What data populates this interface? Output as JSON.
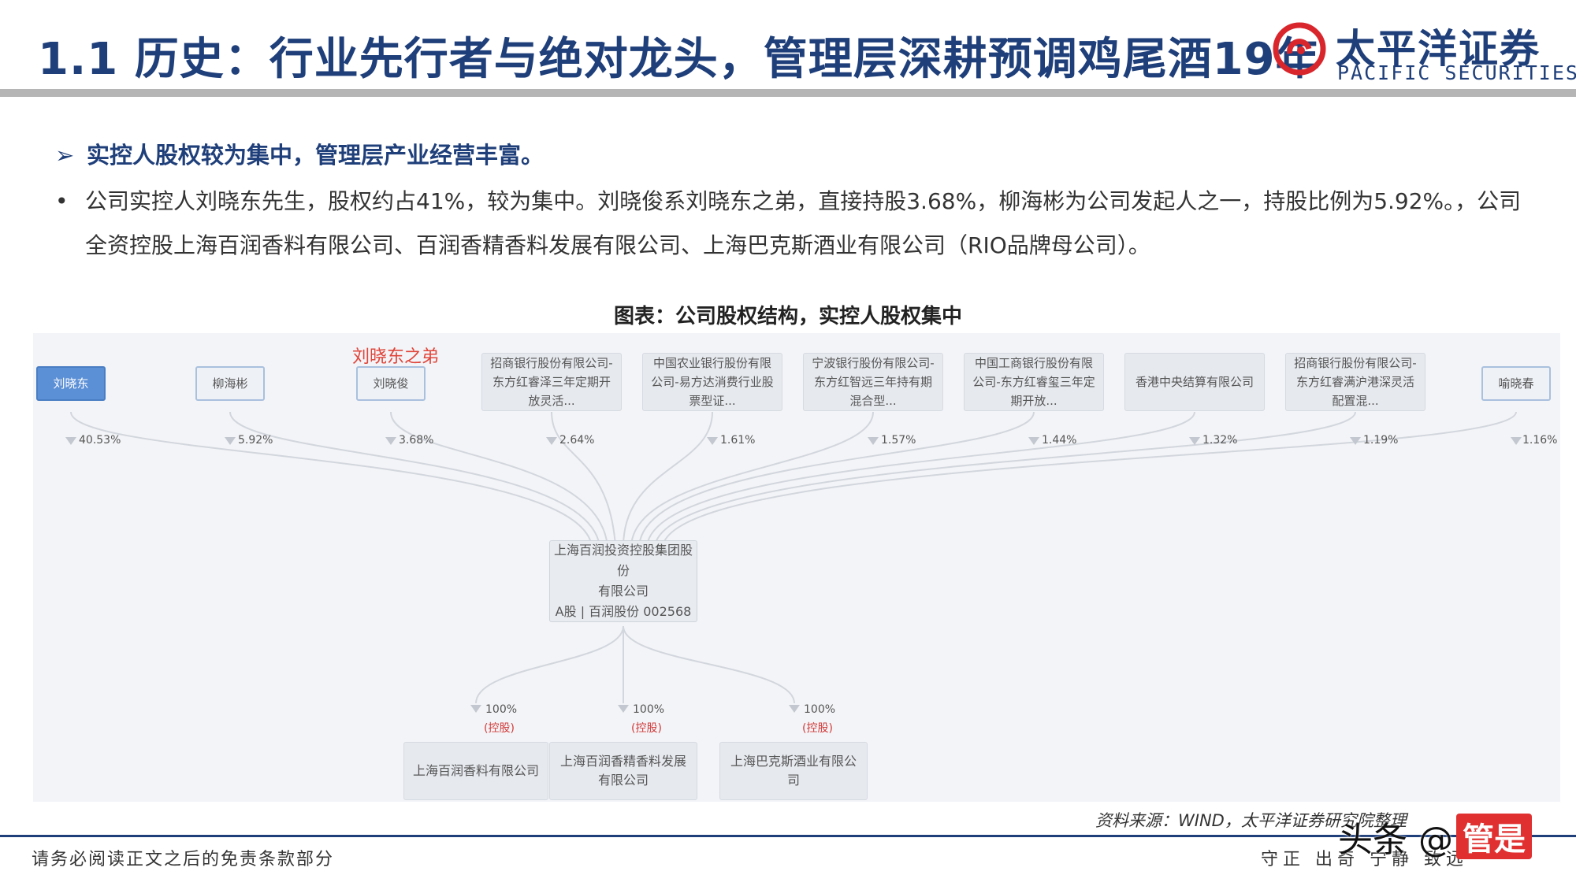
{
  "header": {
    "title": "1.1 历史：行业先行者与绝对龙头，管理层深耕预调鸡尾酒19年",
    "logo_cn": "太平洋证券",
    "logo_en": "PACIFIC SECURITIES"
  },
  "bullets": {
    "heading": "实控人股权较为集中，管理层产业经营丰富。",
    "body": "公司实控人刘晓东先生，股权约占41%，较为集中。刘晓俊系刘晓东之弟，直接持股3.68%，柳海彬为公司发起人之一，持股比例为5.92%。，公司全资控股上海百润香料有限公司、百润香精香料发展有限公司、上海巴克斯酒业有限公司（RIO品牌母公司）。"
  },
  "figure": {
    "title": "图表：公司股权结构，实控人股权集中",
    "annotation": "刘晓东之弟",
    "shareholders": [
      {
        "name": "刘晓东",
        "pct": "40.53%"
      },
      {
        "name": "柳海彬",
        "pct": "5.92%"
      },
      {
        "name": "刘晓俊",
        "pct": "3.68%"
      },
      {
        "name": "招商银行股份有限公司-东方红睿泽三年定期开放灵活...",
        "pct": "2.64%"
      },
      {
        "name": "中国农业银行股份有限公司-易方达消费行业股票型证...",
        "pct": "1.61%"
      },
      {
        "name": "宁波银行股份有限公司-东方红智远三年持有期混合型...",
        "pct": "1.57%"
      },
      {
        "name": "中国工商银行股份有限公司-东方红睿玺三年定期开放...",
        "pct": "1.44%"
      },
      {
        "name": "香港中央结算有限公司",
        "pct": "1.32%"
      },
      {
        "name": "招商银行股份有限公司-东方红睿满沪港深灵活配置混...",
        "pct": "1.19%"
      },
      {
        "name": "喻晓春",
        "pct": "1.16%"
      }
    ],
    "center": {
      "name_line1": "上海百润投资控股集团股份",
      "name_line2": "有限公司",
      "stock": "A股 | 百润股份 002568"
    },
    "subsidiaries": [
      {
        "name": "上海百润香料有限公司",
        "pct": "100%",
        "tag": "(控股)"
      },
      {
        "name": "上海百润香精香料发展有限公司",
        "pct": "100%",
        "tag": "(控股)"
      },
      {
        "name": "上海巴克斯酒业有限公司",
        "pct": "100%",
        "tag": "(控股)"
      }
    ]
  },
  "source": "资料来源：WIND，太平洋证券研究院整理",
  "footer": {
    "disclaimer": "请务必阅读正文之后的免责条款部分",
    "motto": "守正 出奇 宁静 致远"
  },
  "watermark": {
    "text": "头条 @",
    "badge": "管是"
  }
}
